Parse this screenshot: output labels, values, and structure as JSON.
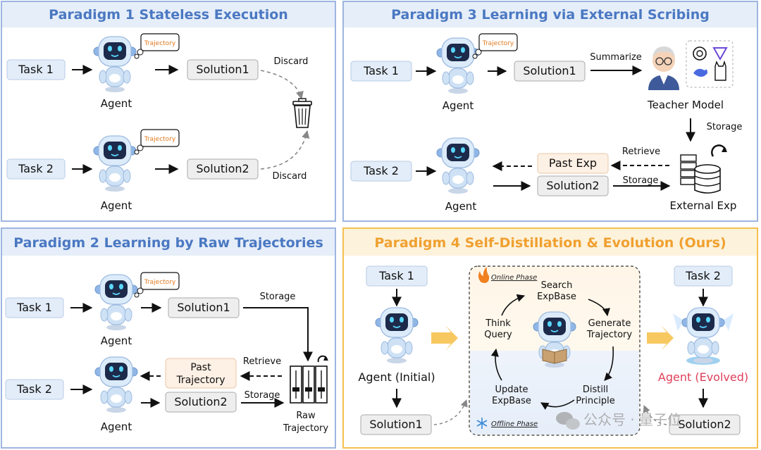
{
  "panels": {
    "p1": {
      "title": "Paradigm 1 Stateless Execution",
      "task1": "Task 1",
      "task2": "Task 2",
      "solution1": "Solution1",
      "solution2": "Solution2",
      "agent": "Agent",
      "trajectory": "Trajectory",
      "discard": "Discard"
    },
    "p2": {
      "title": "Paradigm 2 Learning by Raw Trajectories",
      "task1": "Task 1",
      "task2": "Task 2",
      "solution1": "Solution1",
      "solution2": "Solution2",
      "agent": "Agent",
      "trajectory": "Trajectory",
      "past_line1": "Past",
      "past_line2": "Trajectory",
      "storage": "Storage",
      "retrieve": "Retrieve",
      "raw_line1": "Raw",
      "raw_line2": "Trajectory"
    },
    "p3": {
      "title": "Paradigm 3 Learning via External Scribing",
      "task1": "Task 1",
      "task2": "Task 2",
      "solution1": "Solution1",
      "solution2": "Solution2",
      "agent": "Agent",
      "trajectory": "Trajectory",
      "summarize": "Summarize",
      "teacher": "Teacher Model",
      "storage": "Storage",
      "retrieve": "Retrieve",
      "past_exp": "Past Exp",
      "external_exp": "External Exp"
    },
    "p4": {
      "title": "Paradigm 4 Self-Distillation & Evolution (Ours)",
      "task1": "Task 1",
      "task2": "Task 2",
      "agent_initial": "Agent (Initial)",
      "agent_evolved": "Agent (Evolved)",
      "solution1": "Solution1",
      "solution2": "Solution2",
      "online_phase": "Online Phase",
      "offline_phase": "Offline Phase",
      "search_1": "Search",
      "search_2": "ExpBase",
      "generate_1": "Generate",
      "generate_2": "Trajectory",
      "distill_1": "Distill",
      "distill_2": "Principle",
      "update_1": "Update",
      "update_2": "ExpBase",
      "think_1": "Think",
      "think_2": "Query"
    }
  },
  "watermark": "公众号 · 量子位",
  "colors": {
    "blue_title": "#4a78c2",
    "orange_title": "#f0a030",
    "panel_border_blue": "#9db5e0",
    "panel_border_orange": "#f5c050",
    "task_box_fill": "#e3edf9",
    "solution_box_fill": "#eeeeee",
    "past_box_fill": "#fdf0e4",
    "evolved_text": "#e0405a"
  },
  "icons": [
    "robot-agent-icon",
    "trajectory-thought-bubble-icon",
    "trash-bin-icon",
    "teacher-avatar-icon",
    "llm-logos-icon",
    "database-server-icon",
    "file-cabinet-icon",
    "refresh-icon",
    "fire-icon",
    "snowflake-icon",
    "wechat-icon",
    "arrow-chevron-icon"
  ]
}
